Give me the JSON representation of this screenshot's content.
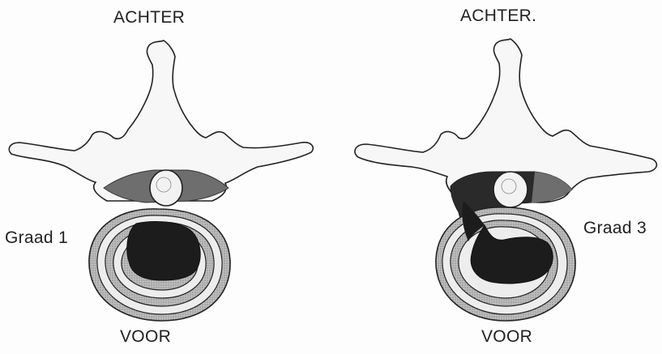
{
  "figures": [
    {
      "top_label": "ACHTER",
      "bottom_label": "VOOR",
      "grade_label": "Graad 1"
    },
    {
      "top_label": "ACHTER.",
      "bottom_label": "VOOR",
      "grade_label": "Graad 3"
    }
  ],
  "colors": {
    "ink": "#222222",
    "bone_fill": "#f7f7f7",
    "ligament": "#6e6e6e",
    "nucleus": "#1c1c1c",
    "annulus_shade": "#b5b5b5"
  }
}
